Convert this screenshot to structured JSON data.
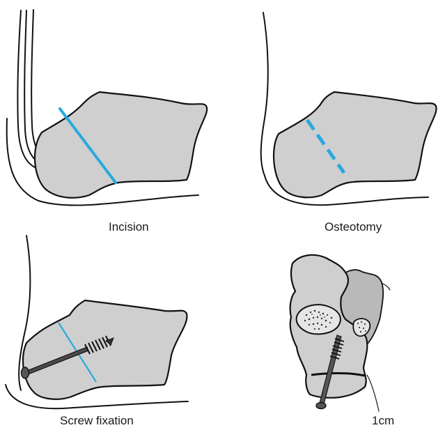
{
  "panels": [
    {
      "id": "incision",
      "caption": "Incision"
    },
    {
      "id": "osteotomy",
      "caption": "Osteotomy"
    },
    {
      "id": "screw-fixation",
      "caption": "Screw fixation"
    },
    {
      "id": "posterior-view",
      "caption": ""
    }
  ],
  "measurement_label": "1cm",
  "colors": {
    "incision_line": "#27a9df",
    "bone_fill": "#cfcfcf",
    "outline": "#111111"
  }
}
